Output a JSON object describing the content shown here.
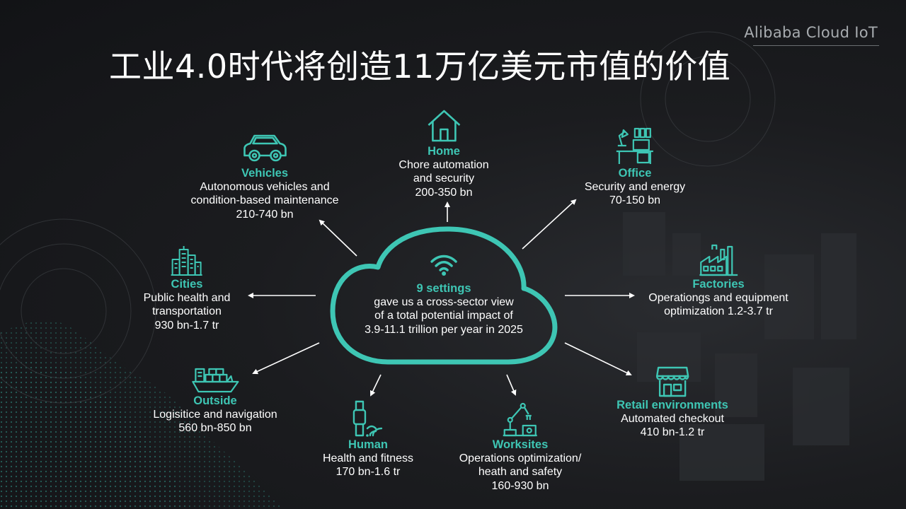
{
  "brand": "Alibaba Cloud IoT",
  "title": "工业4.0时代将创造11万亿美元市值的价值",
  "center": {
    "name": "9 settings",
    "lines": [
      "gave us a cross-sector view",
      "of a total potential impact of",
      "3.9-11.1 trillion per year in 2025"
    ],
    "icon": "wifi-icon"
  },
  "sectors": {
    "home": {
      "name": "Home",
      "desc": [
        "Chore automation",
        "and security"
      ],
      "value": "200-350 bn",
      "icon": "house-icon"
    },
    "vehicles": {
      "name": "Vehicles",
      "desc": [
        "Autonomous vehicles and",
        "condition-based maintenance"
      ],
      "value": "210-740 bn",
      "icon": "car-icon"
    },
    "office": {
      "name": "Office",
      "desc": [
        "Security and energy"
      ],
      "value": "70-150 bn",
      "icon": "office-desk-icon"
    },
    "cities": {
      "name": "Cities",
      "desc": [
        "Public health and",
        "transportation"
      ],
      "value": "930 bn-1.7 tr",
      "icon": "city-icon"
    },
    "factories": {
      "name": "Factories",
      "desc": [
        "Operationgs and equipment"
      ],
      "value": "optimization 1.2-3.7 tr",
      "icon": "factory-icon"
    },
    "outside": {
      "name": "Outside",
      "desc": [
        "Logisitice and navigation"
      ],
      "value": "560 bn-850 bn",
      "icon": "ship-icon"
    },
    "human": {
      "name": "Human",
      "desc": [
        "Health and fitness"
      ],
      "value": "170 bn-1.6 tr",
      "icon": "smartwatch-icon"
    },
    "worksites": {
      "name": "Worksites",
      "desc": [
        "Operations optimization/",
        "heath and safety"
      ],
      "value": "160-930 bn",
      "icon": "robot-arm-icon"
    },
    "retail": {
      "name": "Retail environments",
      "desc": [
        "Automated checkout"
      ],
      "value": "410 bn-1.2 tr",
      "icon": "storefront-icon"
    }
  },
  "colors": {
    "accent": "#3ec6b4",
    "background": "#1b1c1f",
    "text": "#ffffff",
    "brand_text": "#a7abaf"
  }
}
